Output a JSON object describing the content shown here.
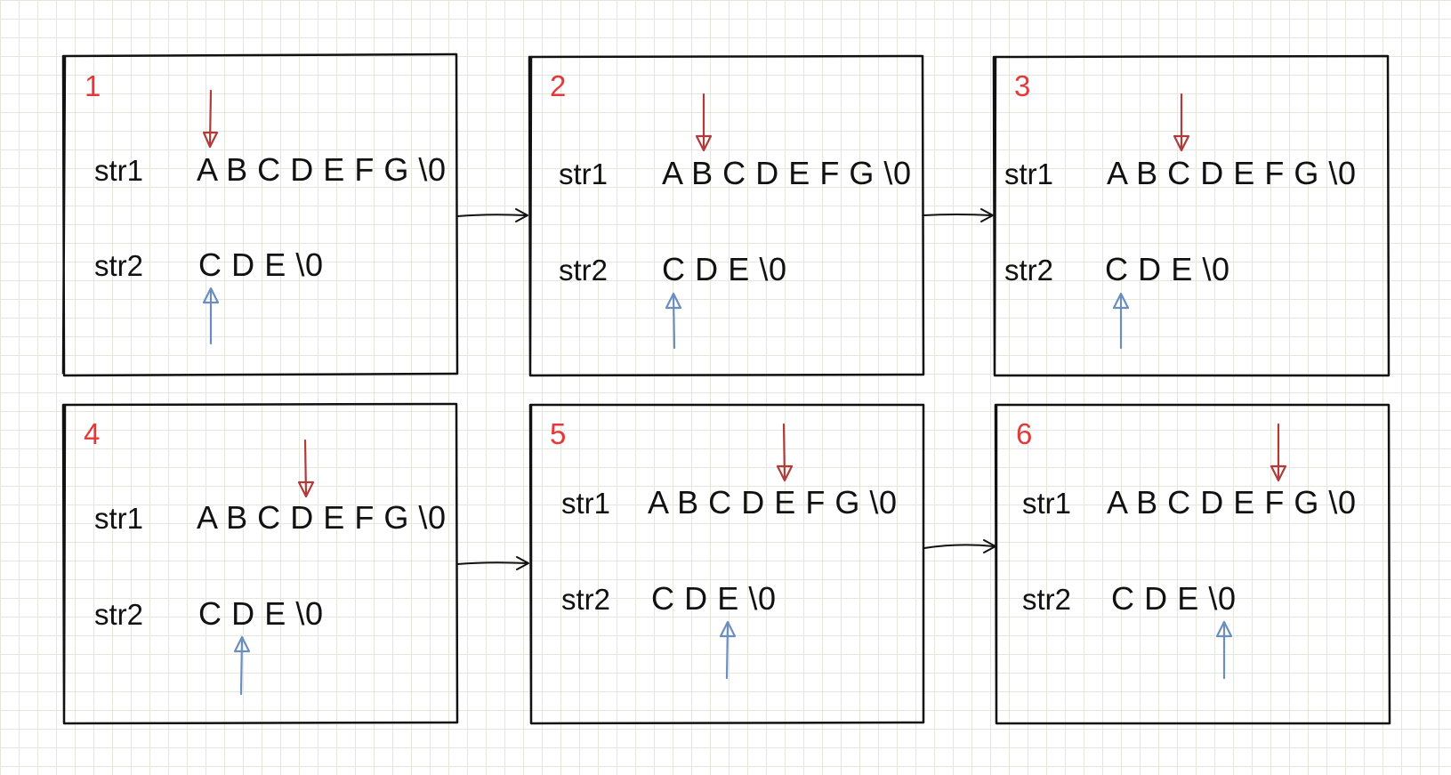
{
  "colors": {
    "panel_number": "#e5383b",
    "str1_pointer": "#b33a3a",
    "str2_pointer": "#6c8ebf",
    "ink": "#111111",
    "grid": "#e4e7dc"
  },
  "panels": [
    {
      "number": "1",
      "str1_label": "str1",
      "str1_text": "A B C D E F G \\0",
      "str2_label": "str2",
      "str2_text": "C D E \\0"
    },
    {
      "number": "2",
      "str1_label": "str1",
      "str1_text": "A B C D E F G \\0",
      "str2_label": "str2",
      "str2_text": "C D E \\0"
    },
    {
      "number": "3",
      "str1_label": "str1",
      "str1_text": "A B C D E F G \\0",
      "str2_label": "str2",
      "str2_text": "C D E \\0"
    },
    {
      "number": "4",
      "str1_label": "str1",
      "str1_text": "A B C D E F G \\0",
      "str2_label": "str2",
      "str2_text": "C D E \\0"
    },
    {
      "number": "5",
      "str1_label": "str1",
      "str1_text": "A B C D E F G \\0",
      "str2_label": "str2",
      "str2_text": "C D E \\0"
    },
    {
      "number": "6",
      "str1_label": "str1",
      "str1_text": "A B C D E F G \\0",
      "str2_label": "str2",
      "str2_text": "C D E \\0"
    }
  ]
}
